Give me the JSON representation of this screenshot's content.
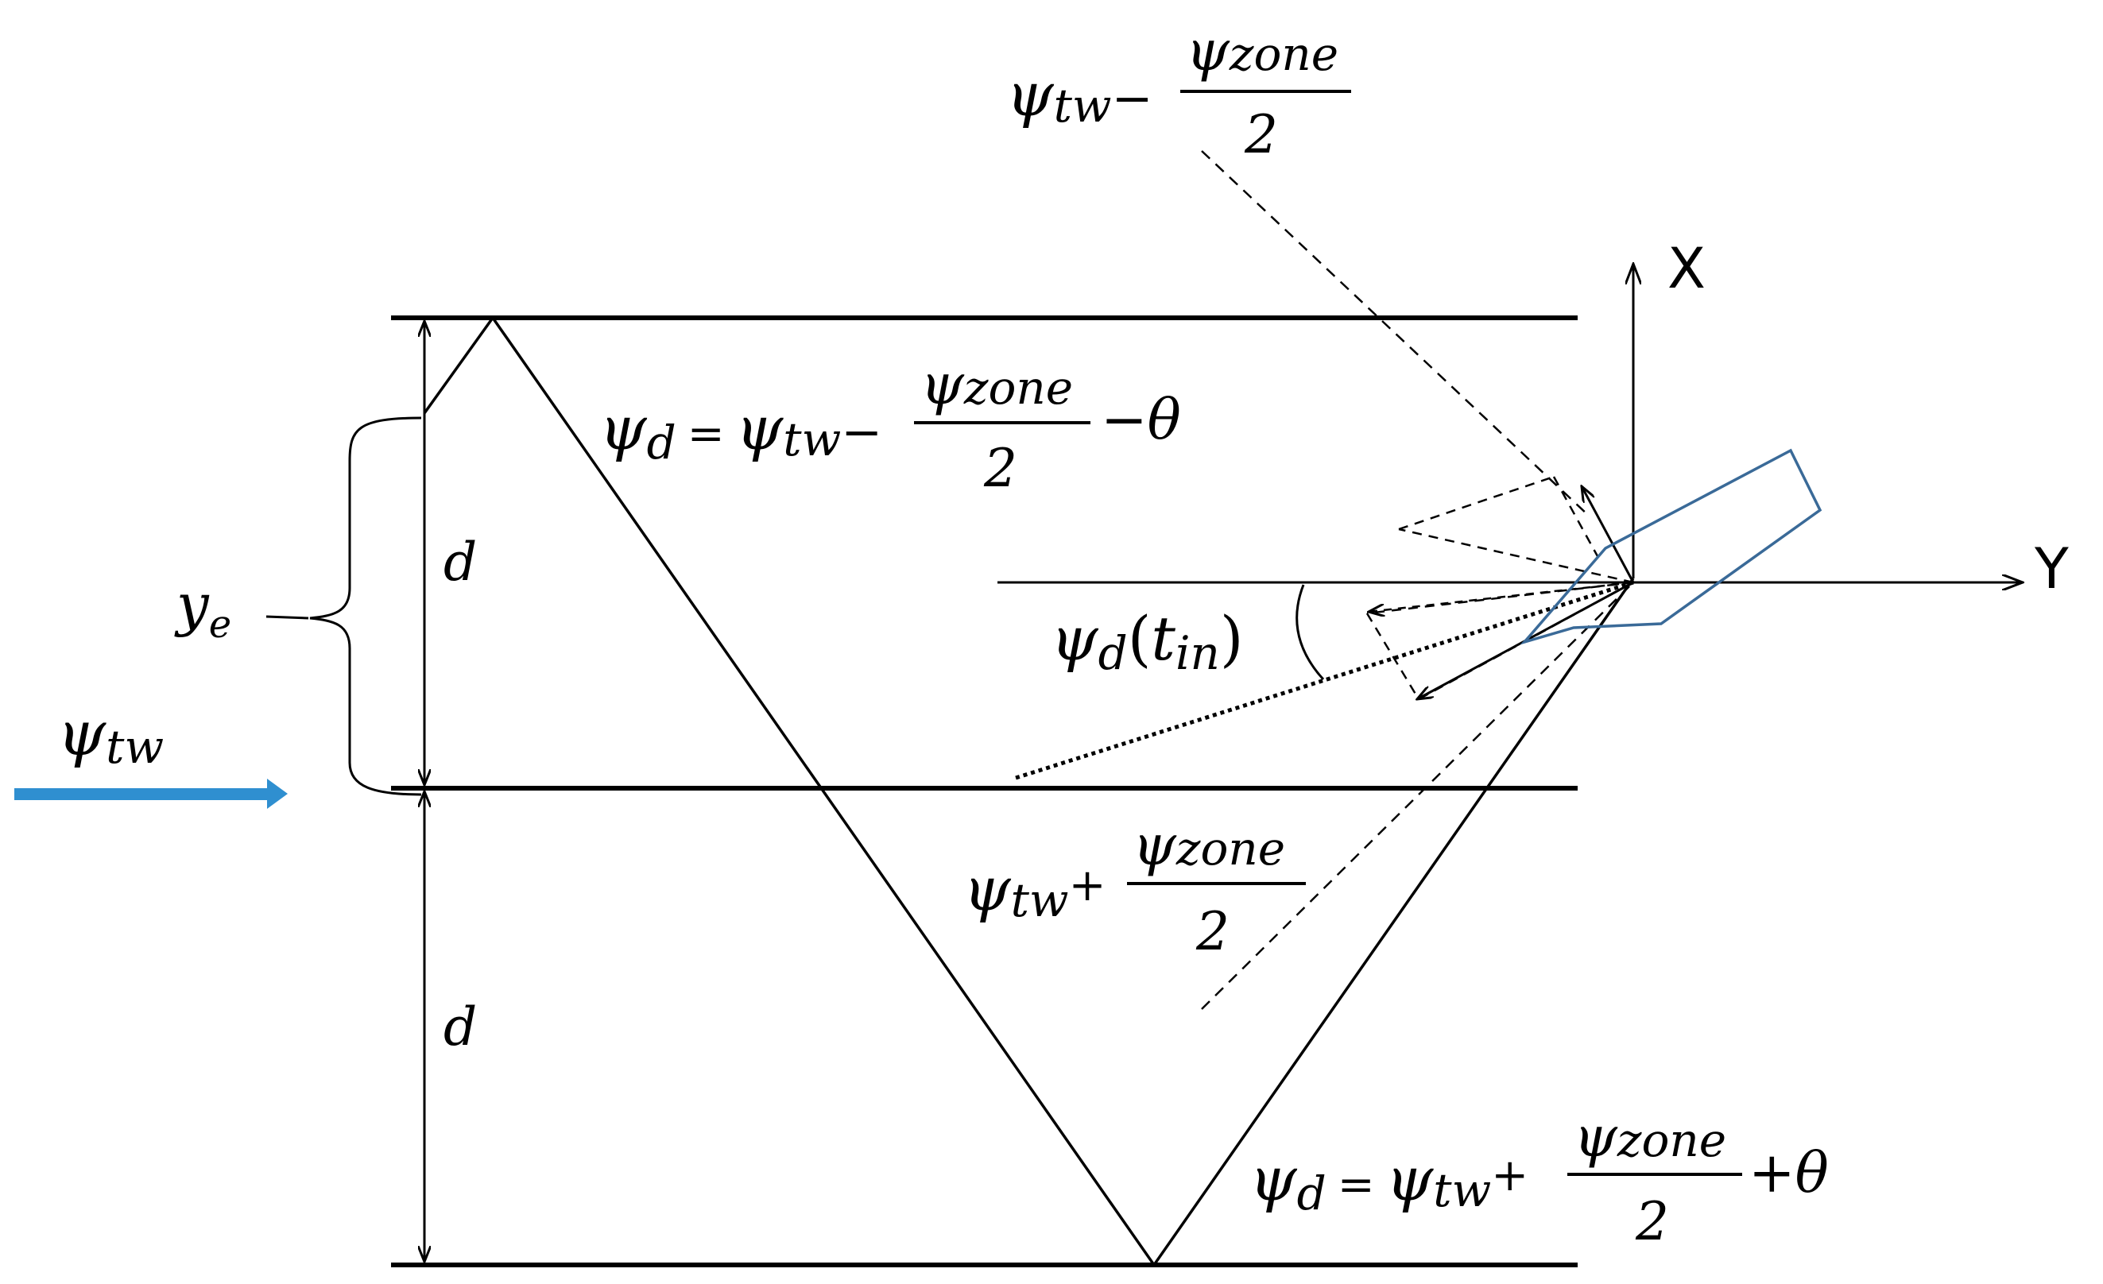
{
  "axes": {
    "x_label": "X",
    "y_label": "Y"
  },
  "dims": {
    "d_upper": "d",
    "d_lower": "d",
    "y_e": "y",
    "y_e_sub": "e"
  },
  "inputs": {
    "psi_tw_symbol": "ψ",
    "psi_tw_sub": "tw"
  },
  "labels": {
    "top": {
      "psi": "ψ",
      "sub": "tw",
      "op": "−",
      "num_psi": "ψ",
      "num_sub": "zone",
      "den": "2"
    },
    "upper_eq": {
      "lhs_psi": "ψ",
      "lhs_sub": "d",
      "eq": "=",
      "psi": "ψ",
      "sub": "tw",
      "op": "−",
      "num_psi": "ψ",
      "num_sub": "zone",
      "den": "2",
      "tail": "−θ"
    },
    "mid": {
      "psi": "ψ",
      "sub": "tw",
      "op": "+",
      "num_psi": "ψ",
      "num_sub": "zone",
      "den": "2"
    },
    "lower_eq": {
      "lhs_psi": "ψ",
      "lhs_sub": "d",
      "eq": "=",
      "psi": "ψ",
      "sub": "tw",
      "op": "+",
      "num_psi": "ψ",
      "num_sub": "zone",
      "den": "2",
      "tail": "+θ"
    },
    "angle": {
      "psi": "ψ",
      "sub": "d",
      "open": "(",
      "t": "t",
      "t_sub": "in",
      "close": ")"
    }
  },
  "colors": {
    "ink": "#000000",
    "arrow_blue": "#2f8fd0",
    "vessel_outline": "#3a6a98"
  }
}
